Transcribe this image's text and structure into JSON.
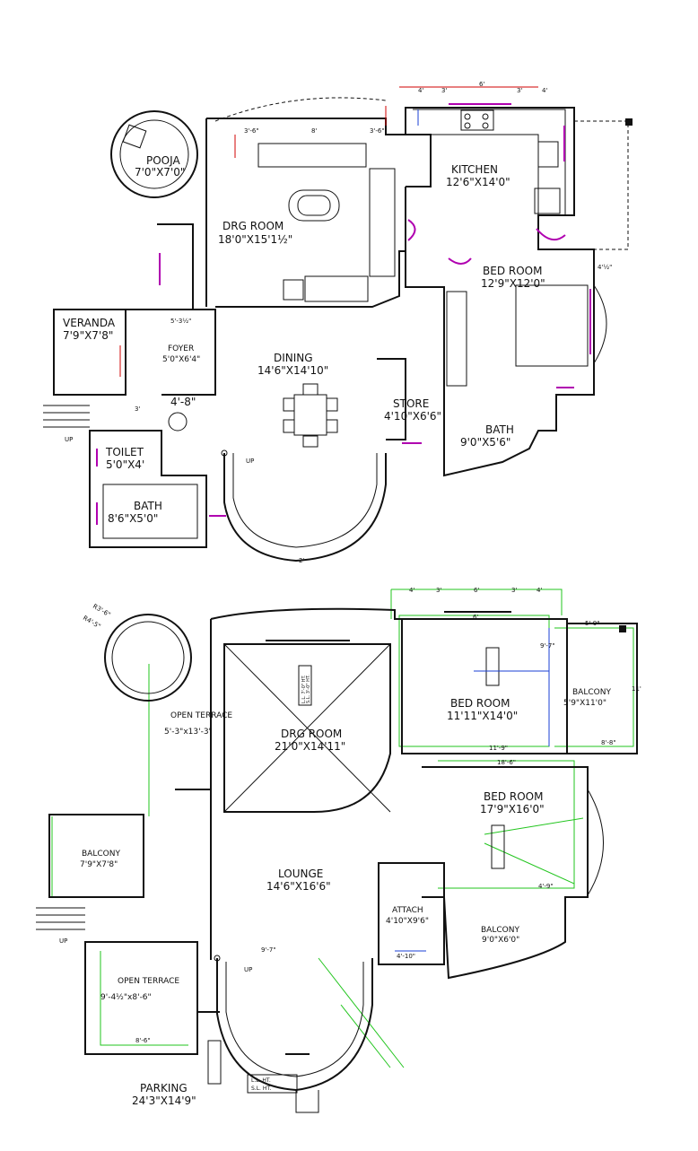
{
  "ground_floor": {
    "rooms": [
      {
        "name": "POOJA",
        "size": "7'0\"X7'0\""
      },
      {
        "name": "KITCHEN",
        "size": "12'6\"X14'0\""
      },
      {
        "name": "DRG ROOM",
        "size": "18'0\"X15'1½\""
      },
      {
        "name": "BED ROOM",
        "size": "12'9\"X12'0\""
      },
      {
        "name": "VERANDA",
        "size": "7'9\"X7'8\""
      },
      {
        "name": "FOYER",
        "size": "5'0\"X6'4\""
      },
      {
        "name": "DINING",
        "size": "14'6\"X14'10\""
      },
      {
        "name": "STORE",
        "size": "4'10\"X6'6\""
      },
      {
        "name": "TOILET",
        "size": "5'0\"X4'"
      },
      {
        "name": "BATH",
        "size": "8'6\"X5'0\""
      },
      {
        "name": "BATH",
        "size": "9'0\"X5'6\""
      }
    ],
    "up_labels": [
      "UP",
      "UP"
    ],
    "dims": [
      "4'",
      "3'",
      "6'",
      "3'",
      "4'",
      "3'-6\"",
      "8'",
      "3'-6\"",
      "4'-8\"",
      "5'-3½\"",
      "3'",
      "4'½\"",
      "2'"
    ]
  },
  "first_floor": {
    "rooms": [
      {
        "name": "DRG ROOM",
        "size": "21'0\"X14'11\""
      },
      {
        "name": "BED ROOM",
        "size": "11'11\"X14'0\""
      },
      {
        "name": "BALCONY",
        "size": "5'9\"X11'0\""
      },
      {
        "name": "OPEN TERRACE",
        "size": "5'-3\"x13'-3\""
      },
      {
        "name": "BED ROOM",
        "size": "17'9\"X16'0\""
      },
      {
        "name": "BALCONY",
        "size": "7'9\"X7'8\""
      },
      {
        "name": "LOUNGE",
        "size": "14'6\"X16'6\""
      },
      {
        "name": "ATTACH",
        "size": "4'10\"X9'6\""
      },
      {
        "name": "BALCONY",
        "size": "9'0\"X6'0\""
      },
      {
        "name": "OPEN TERRACE",
        "size": "9'-4½\"x8'-6\""
      },
      {
        "name": "PARKING",
        "size": "24'3\"X14'9\""
      }
    ],
    "up_labels": [
      "UP",
      "UP"
    ],
    "level_notes": [
      "L.L. 7'-0\" HT.",
      "S.L. 3'-0\" HT.",
      "L.L. HT.",
      "S.L. HT."
    ],
    "dims": [
      "4'",
      "3'",
      "6'",
      "3'",
      "4'",
      "6'",
      "5'-9\"",
      "11'",
      "11'-9\"",
      "18'-6\"",
      "8'-8\"",
      "9'-7\"",
      "4'-9\"",
      "9'-7\"",
      "4'-10\"",
      "8'-6\"",
      "R3'-6\"",
      "R4'-5\""
    ]
  }
}
